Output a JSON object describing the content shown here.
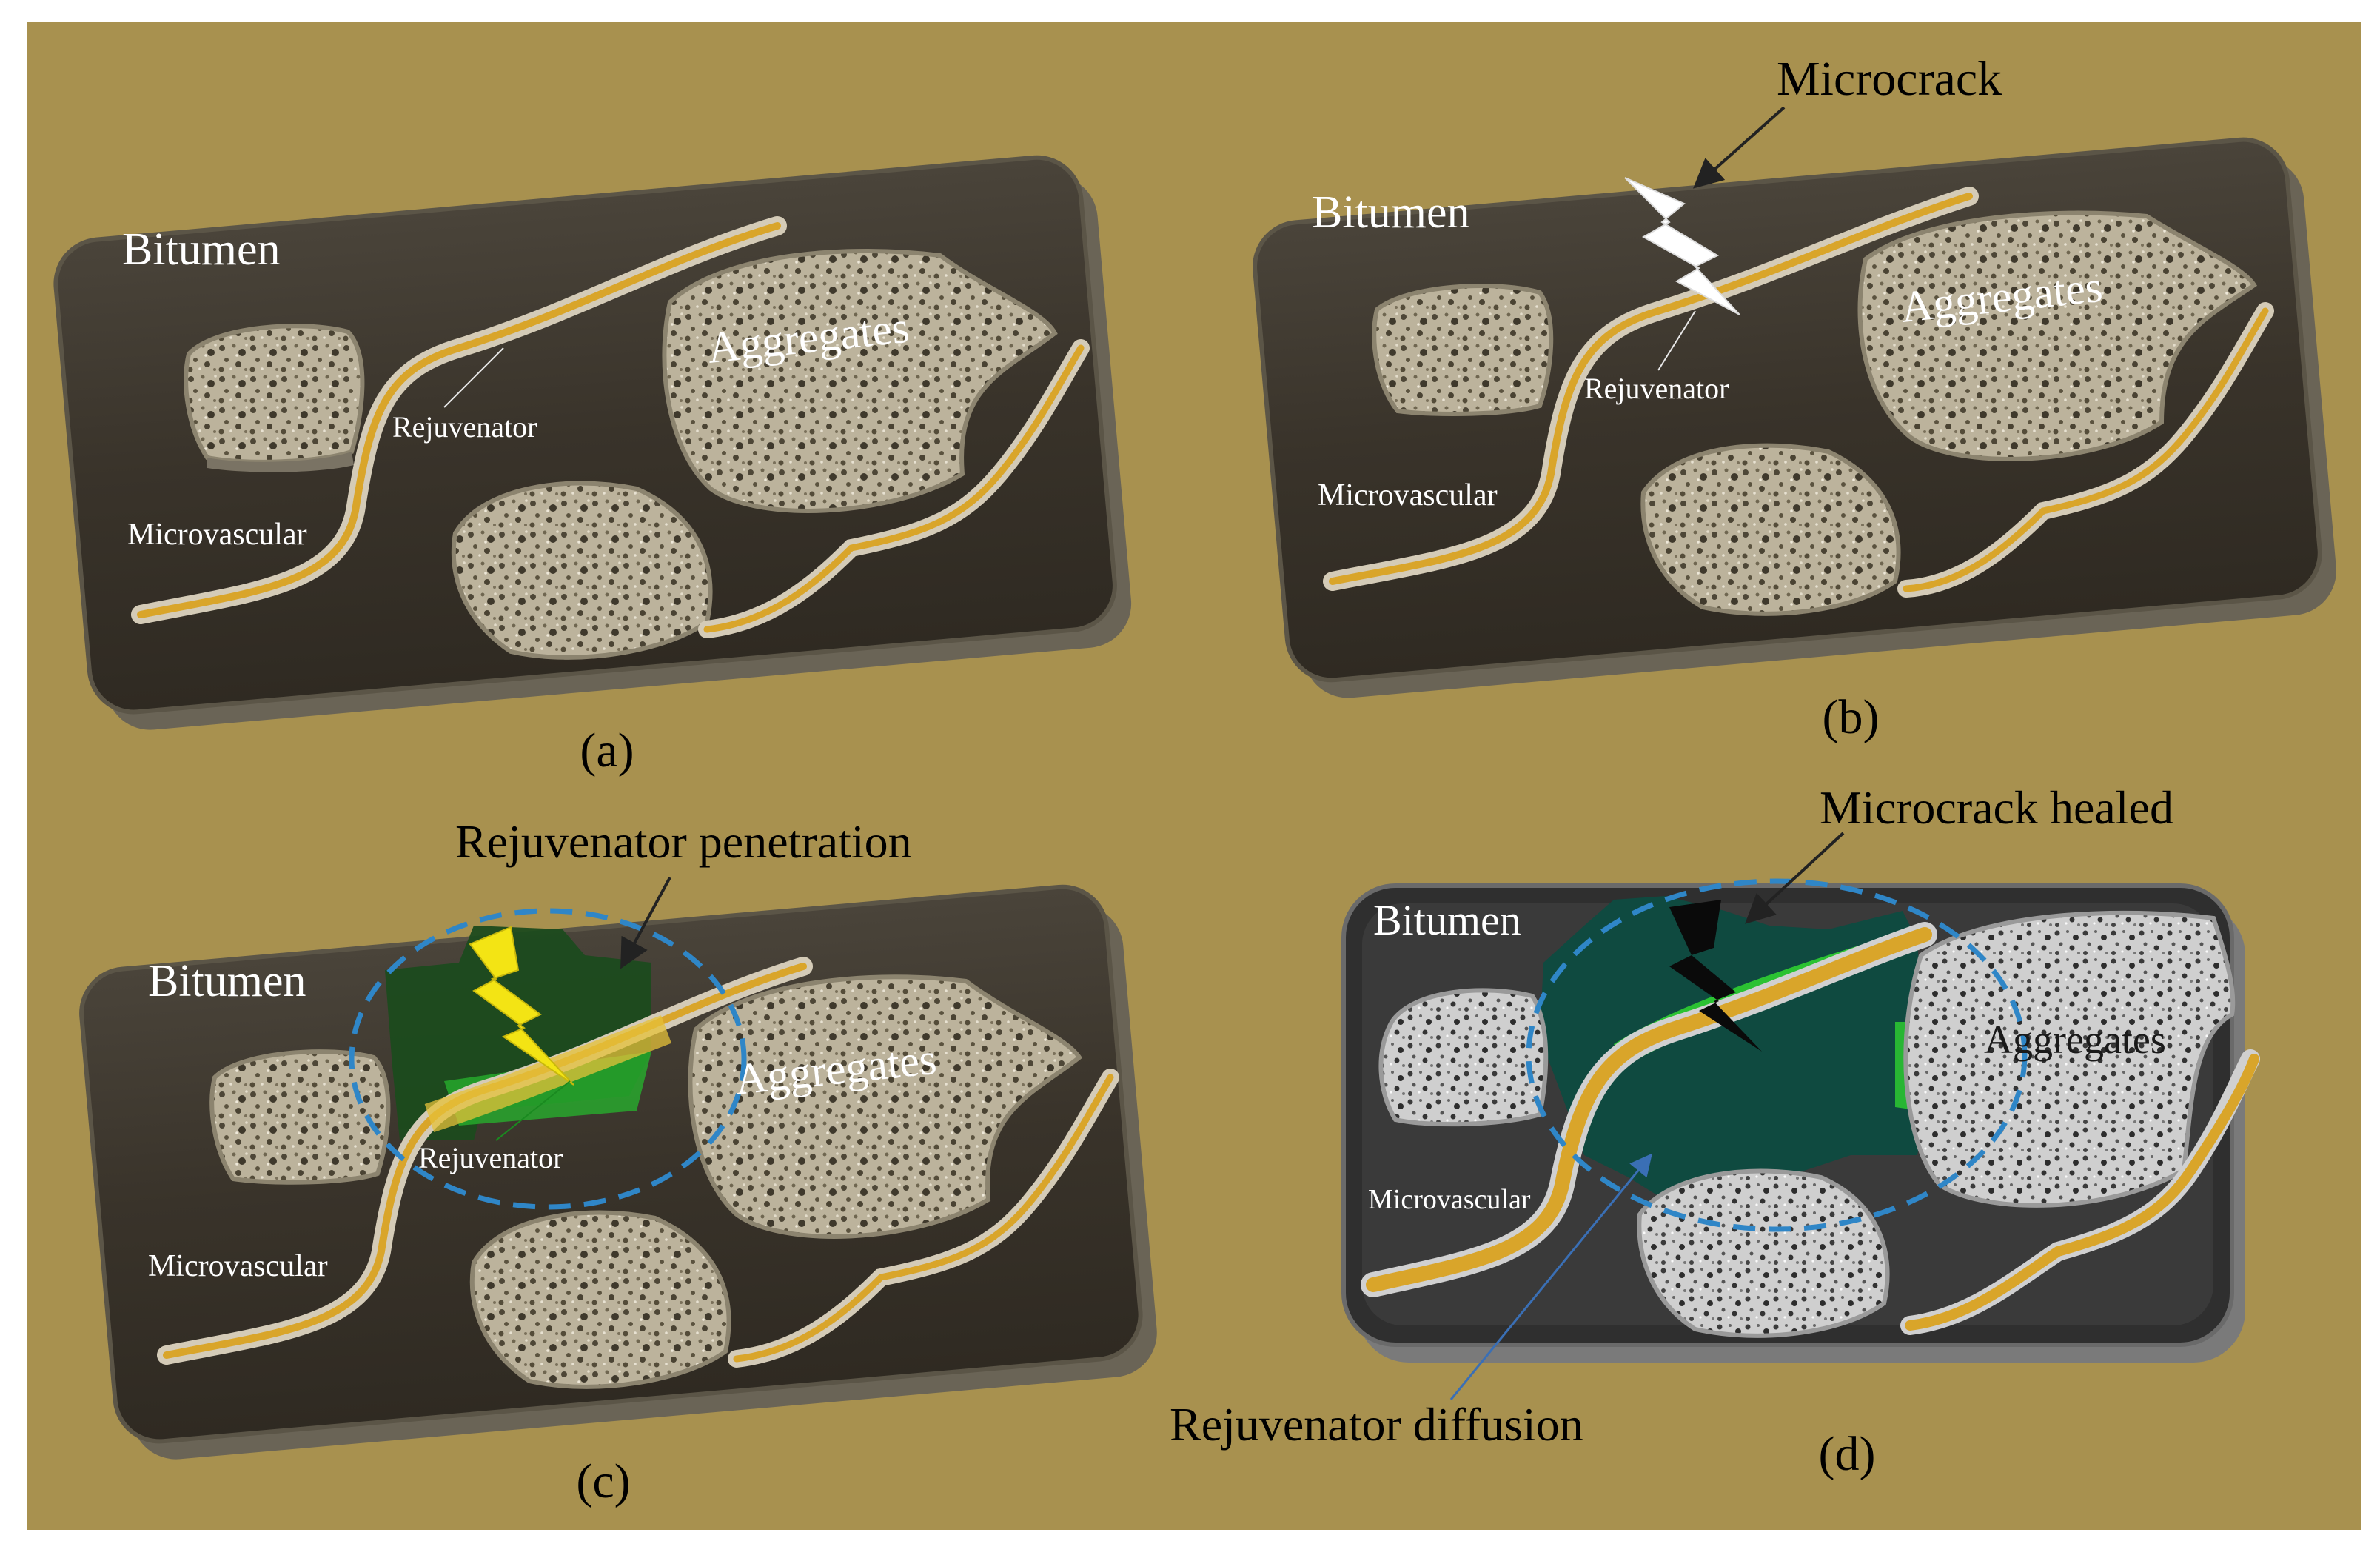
{
  "colors": {
    "background": "#a8914f",
    "panel": "#3b352c",
    "panel_edge": "#6c6658",
    "tube_outer": "#d2c9b5",
    "tube_core": "#d9a52a",
    "tube_light": "#f2eab0",
    "aggregate": "#b8b09a",
    "aggregate_gray": "#c8c8c8",
    "healed_region": "#0f4a40",
    "penetration": "#1d4a1d",
    "bright_green": "#26c42e",
    "yellow_bolt": "#f2e413",
    "dashed_circle": "#2f86c7",
    "arrow": "#222222",
    "label_white": "#ffffff",
    "label_black": "#000000"
  },
  "panels": [
    {
      "id": "a",
      "caption": "(a)",
      "bitumen_label": "Bitumen",
      "aggregates_label": "Aggregates",
      "rejuvenator_label": "Rejuvenator",
      "microvascular_label": "Microvascular"
    },
    {
      "id": "b",
      "caption": "(b)",
      "bitumen_label": "Bitumen",
      "aggregates_label": "Aggregates",
      "rejuvenator_label": "Rejuvenator",
      "microvascular_label": "Microvascular",
      "callout": "Microcrack",
      "crack_icon": "white-lightning-bolt-icon"
    },
    {
      "id": "c",
      "caption": "(c)",
      "bitumen_label": "Bitumen",
      "aggregates_label": "Aggregates",
      "rejuvenator_label": "Rejuvenator",
      "microvascular_label": "Microvascular",
      "callout": "Rejuvenator penetration",
      "crack_icon": "yellow-lightning-bolt-icon"
    },
    {
      "id": "d",
      "caption": "(d)",
      "bitumen_label": "Bitumen",
      "aggregates_label": "Aggregates",
      "microvascular_label": "Microvascular",
      "callout": "Microcrack healed",
      "callout_bottom": "Rejuvenator diffusion",
      "crack_icon": "black-lightning-bolt-icon"
    }
  ]
}
